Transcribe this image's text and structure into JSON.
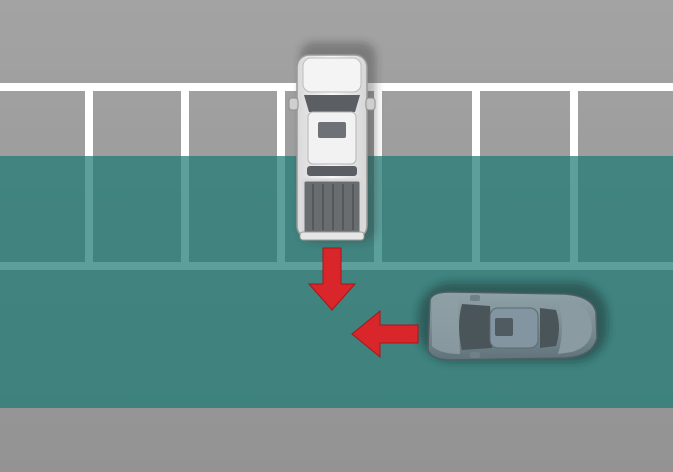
{
  "scene": {
    "colors": {
      "asphalt": "#9c9c9c",
      "line": "#ffffff",
      "zone": "#2f7f7a",
      "arrow": "#d8262b",
      "truck_body": "#eeeeee",
      "car_body": "#7a8f95"
    },
    "stalls_visible": 7,
    "arrows": [
      {
        "name": "reverse-out-arrow",
        "direction": "down"
      },
      {
        "name": "cross-traffic-arrow",
        "direction": "left"
      }
    ],
    "vehicles": [
      {
        "name": "pickup-truck",
        "orientation": "rear-facing-aisle"
      },
      {
        "name": "sedan",
        "orientation": "moving-left"
      }
    ]
  }
}
